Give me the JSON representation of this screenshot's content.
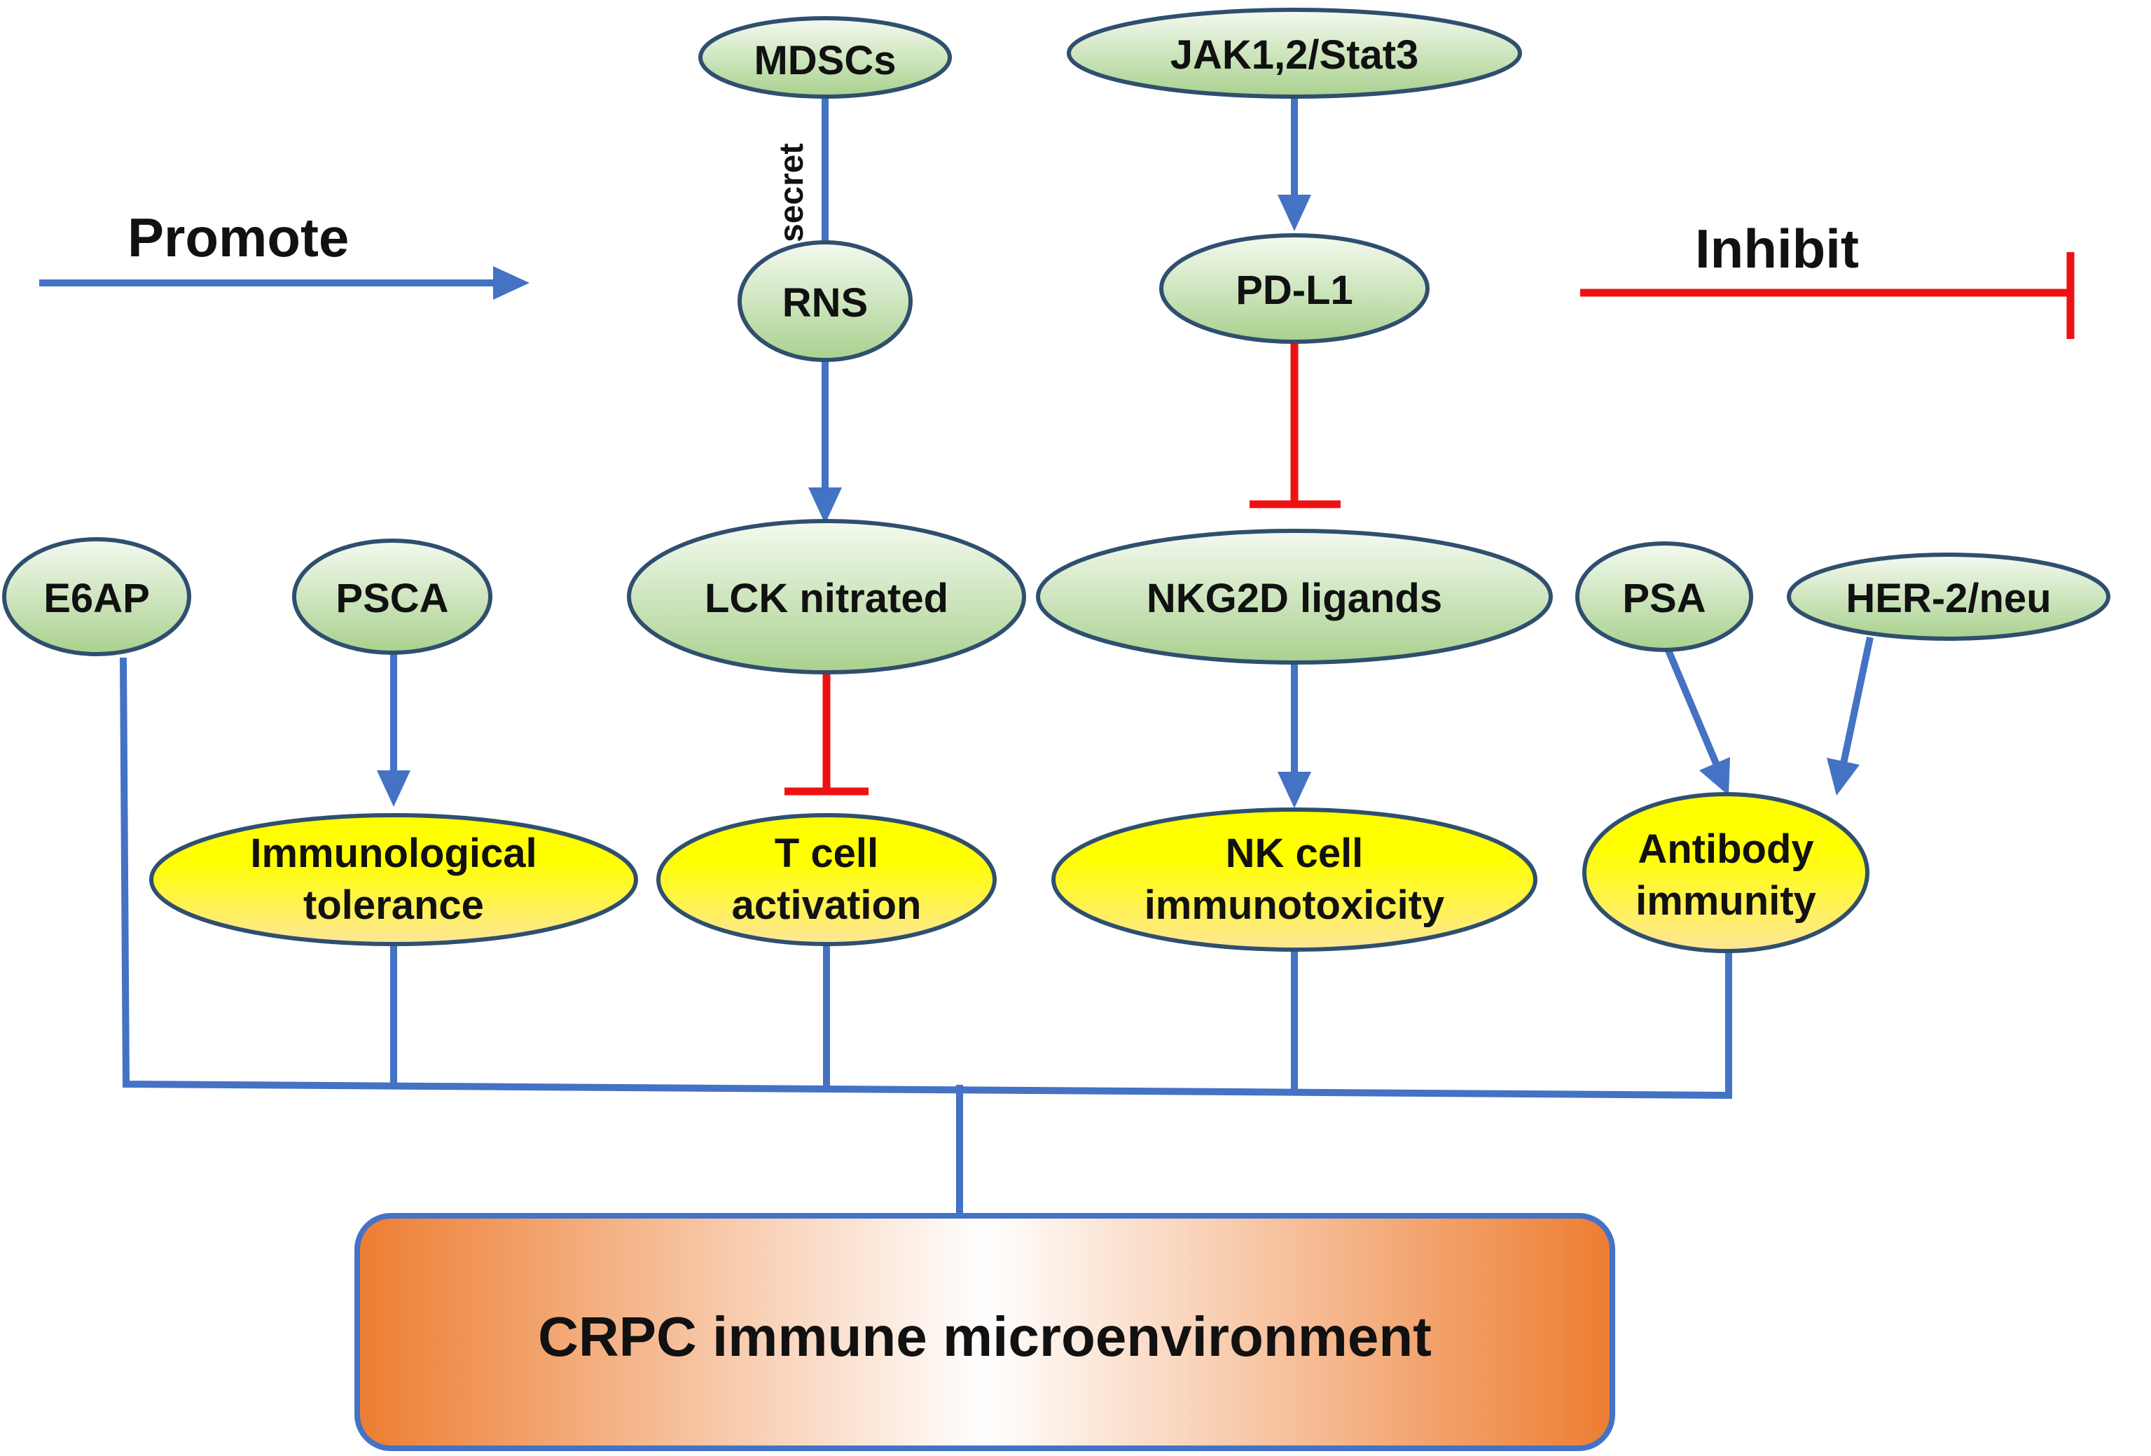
{
  "legend": {
    "promote_label": "Promote",
    "inhibit_label": "Inhibit",
    "promote_color": "#4472C4",
    "inhibit_color": "#EE1111"
  },
  "edge_labels": {
    "secret": "secret"
  },
  "nodes": {
    "mdscs": "MDSCs",
    "jak_stat": "JAK1,2/Stat3",
    "rns": "RNS",
    "pd_l1": "PD-L1",
    "e6ap": "E6AP",
    "psca": "PSCA",
    "lck": "LCK nitrated",
    "nkg2d": "NKG2D ligands",
    "psa": "PSA",
    "her2": "HER-2/neu",
    "immunological_tolerance": [
      "Immunological",
      "tolerance"
    ],
    "t_cell_activation": [
      "T cell",
      "activation"
    ],
    "nk_cell": [
      "NK cell",
      "immunotoxicity"
    ],
    "antibody_immunity": [
      "Antibody",
      "immunity"
    ]
  },
  "target": {
    "label": "CRPC immune microenvironment"
  },
  "colors": {
    "green_node_top": "#F4FAF0",
    "green_node_bottom": "#A9D18E",
    "yellow_node_top": "#FFFF00",
    "yellow_node_bottom": "#FFE699",
    "node_border": "#2F4F6F",
    "target_edge": "#ED7D31",
    "target_center": "#FFFFFF",
    "target_border": "#4472C4"
  }
}
